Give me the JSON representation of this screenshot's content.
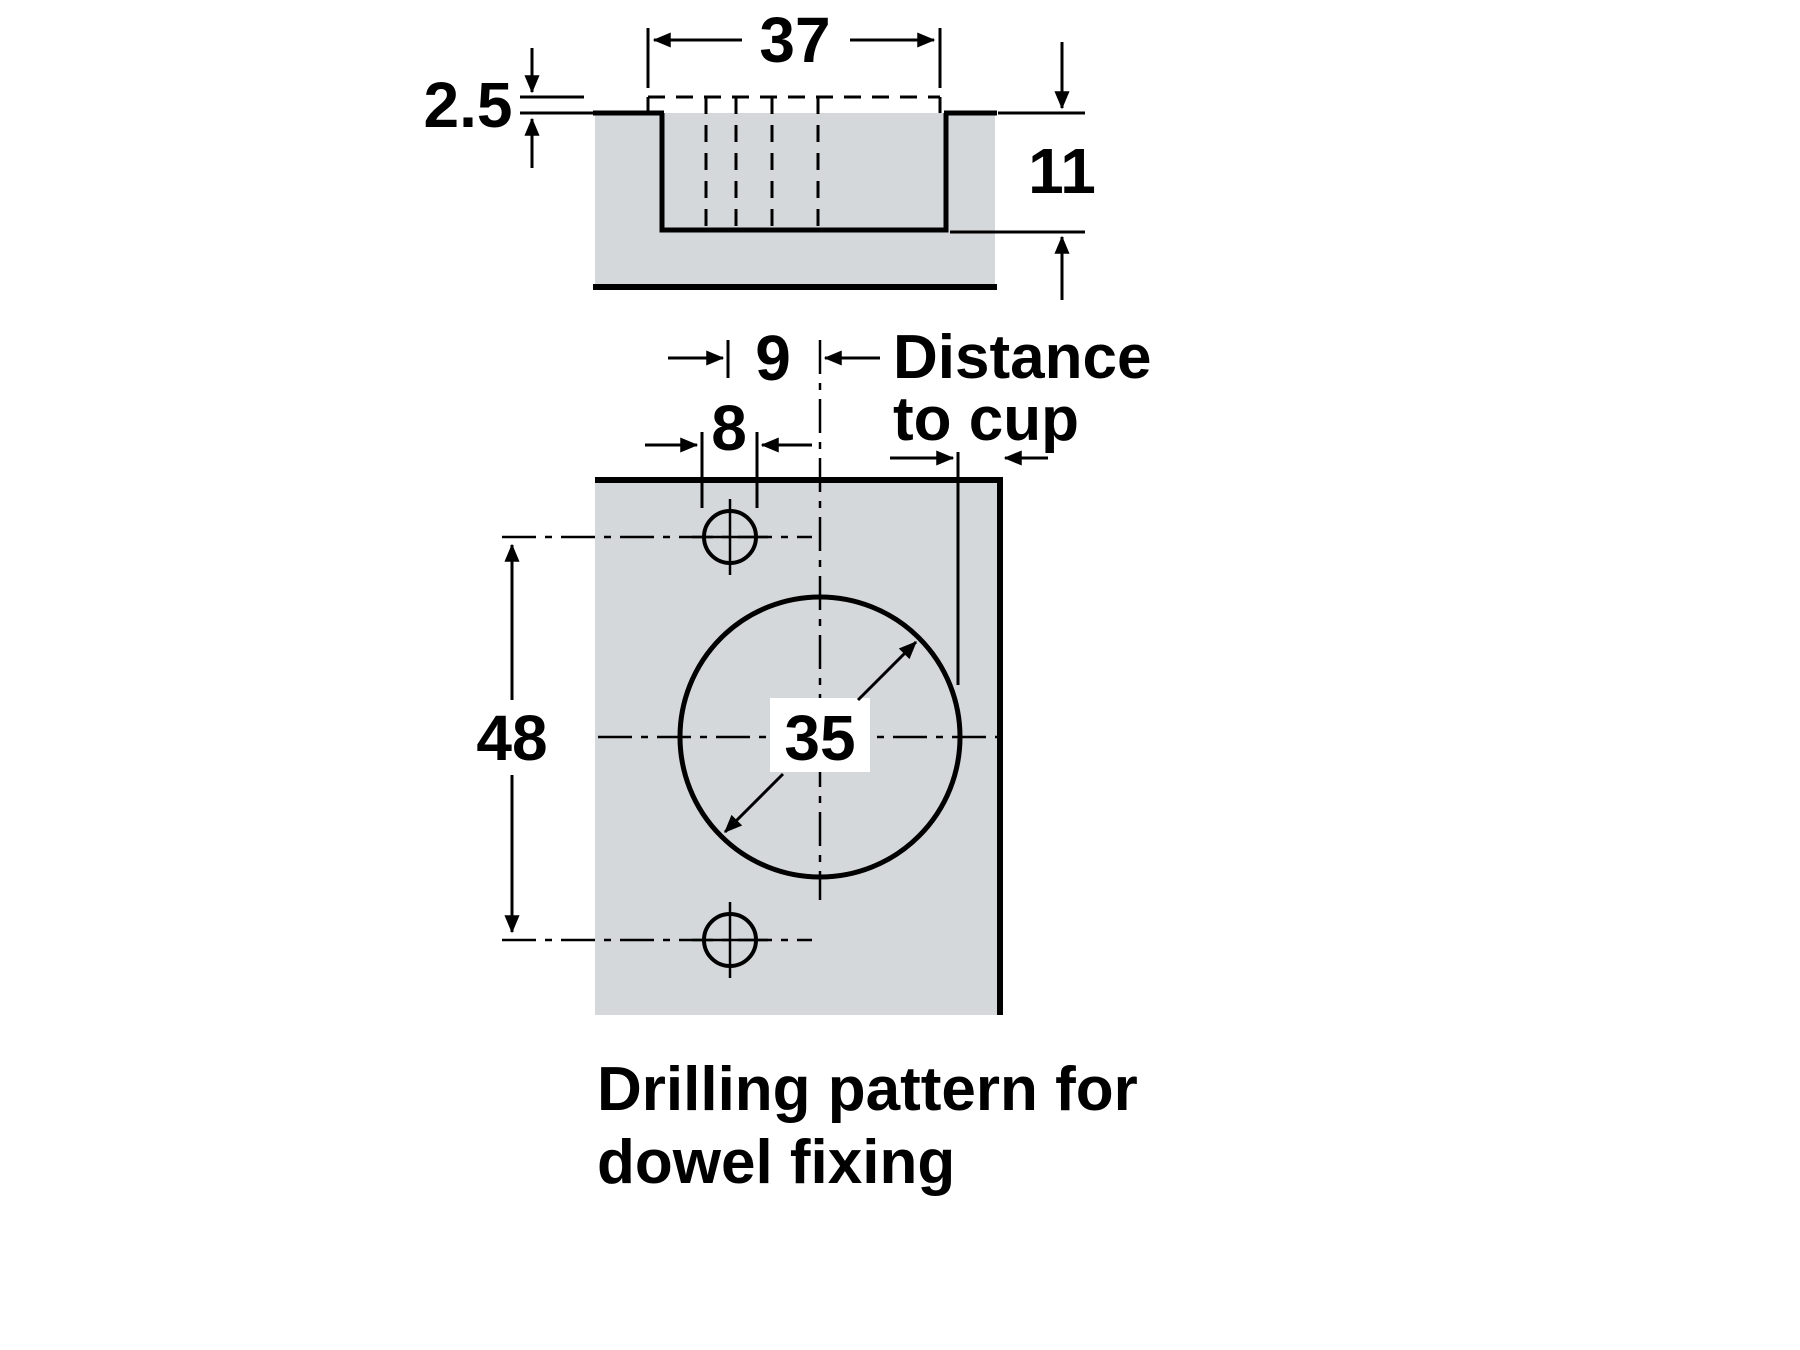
{
  "diagram": {
    "title_caption": {
      "line1": "Drilling pattern for",
      "line2": "dowel fixing"
    },
    "side_view": {
      "width_label": "37",
      "lip_label": "2.5",
      "depth_label": "11"
    },
    "front_view": {
      "offset_label": "9",
      "dowel_dia_label": "8",
      "distance_line1": "Distance",
      "distance_line2": "to cup",
      "spacing_label": "48",
      "cup_dia_label": "35"
    },
    "colors": {
      "panel_fill": "#d4d8da",
      "line": "#000000",
      "background": "#ffffff"
    }
  }
}
